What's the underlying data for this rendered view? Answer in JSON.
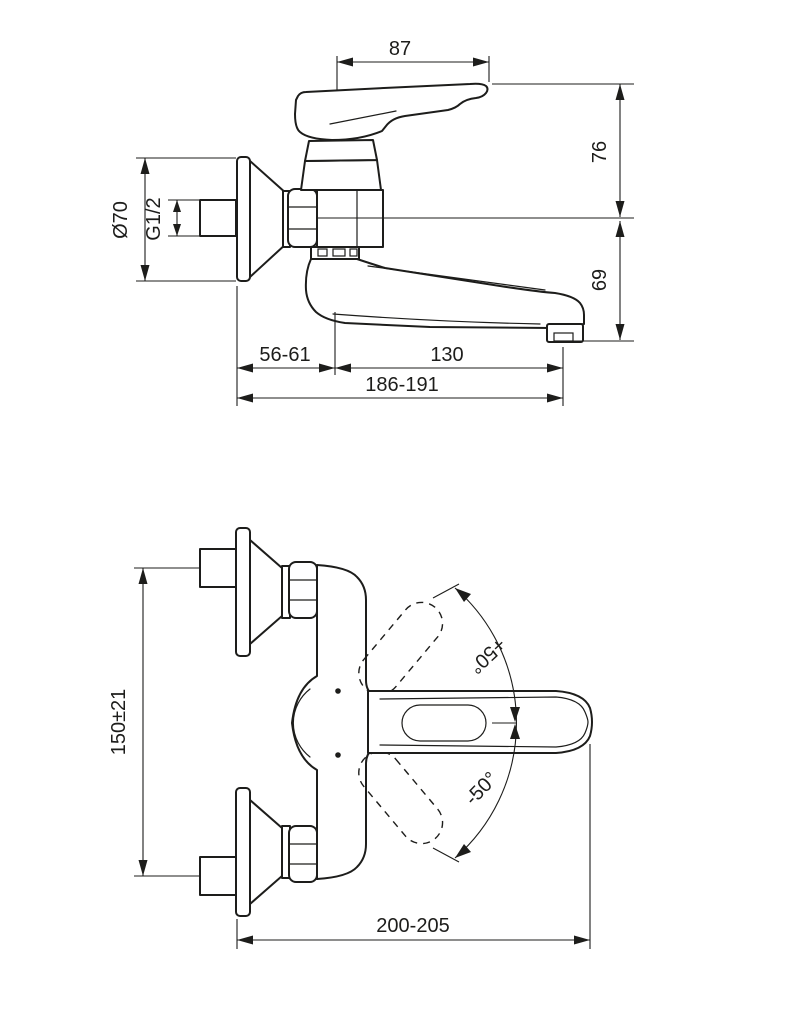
{
  "document": {
    "type": "technical-dimension-drawing",
    "subject": "wall-mounted single-lever sink mixer with swivel spout",
    "background_color": "#ffffff",
    "line_color": "#1d1d1b"
  },
  "side_view": {
    "name": "side-elevation",
    "dims": {
      "handle_projection": "87",
      "height_above_axis": "76",
      "height_below_axis": "69",
      "escutcheon_diameter": "Ø70",
      "inlet_thread": "G1/2",
      "wall_to_spout_bend": "56-61",
      "spout_reach": "130",
      "overall_projection": "186-191"
    }
  },
  "plan_view": {
    "name": "plan-view",
    "dims": {
      "inlet_center_distance": "150±21",
      "spout_swivel_up": "+50°",
      "spout_swivel_down": "-50°",
      "overall_width": "200-205"
    }
  }
}
